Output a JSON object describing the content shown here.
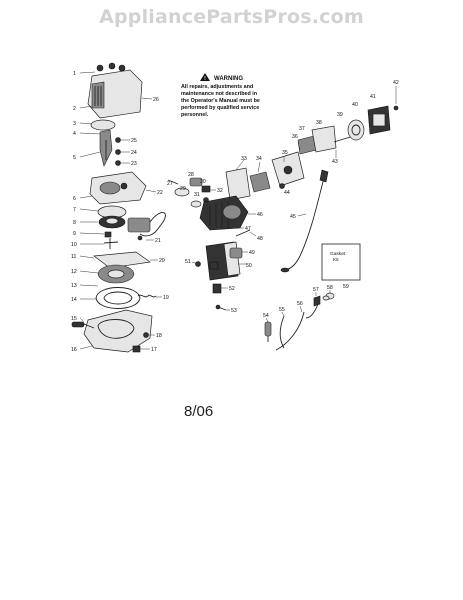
{
  "site_header": "AppliancePartsPros.com",
  "warning": {
    "title": "WARNING",
    "lines": [
      "All repairs, adjustments and",
      "maintenance not described in",
      "the Operator's Manual must be",
      "performed by qualified service",
      "personnel."
    ]
  },
  "kit": {
    "label_line1": "Gasket",
    "label_line2": "Kit",
    "number": "59"
  },
  "date": "8/06",
  "part_numbers": [
    "1",
    "2",
    "3",
    "4",
    "5",
    "6",
    "7",
    "8",
    "9",
    "10",
    "11",
    "12",
    "13",
    "14",
    "15",
    "16",
    "17",
    "18",
    "19",
    "20",
    "21",
    "22",
    "23",
    "24",
    "25",
    "26",
    "27",
    "28",
    "29",
    "30",
    "31",
    "32",
    "33",
    "34",
    "35",
    "36",
    "37",
    "38",
    "39",
    "40",
    "41",
    "42",
    "43",
    "44",
    "45",
    "46",
    "47",
    "48",
    "49",
    "50",
    "51",
    "52",
    "53",
    "54",
    "55",
    "56",
    "57",
    "58",
    "59"
  ]
}
